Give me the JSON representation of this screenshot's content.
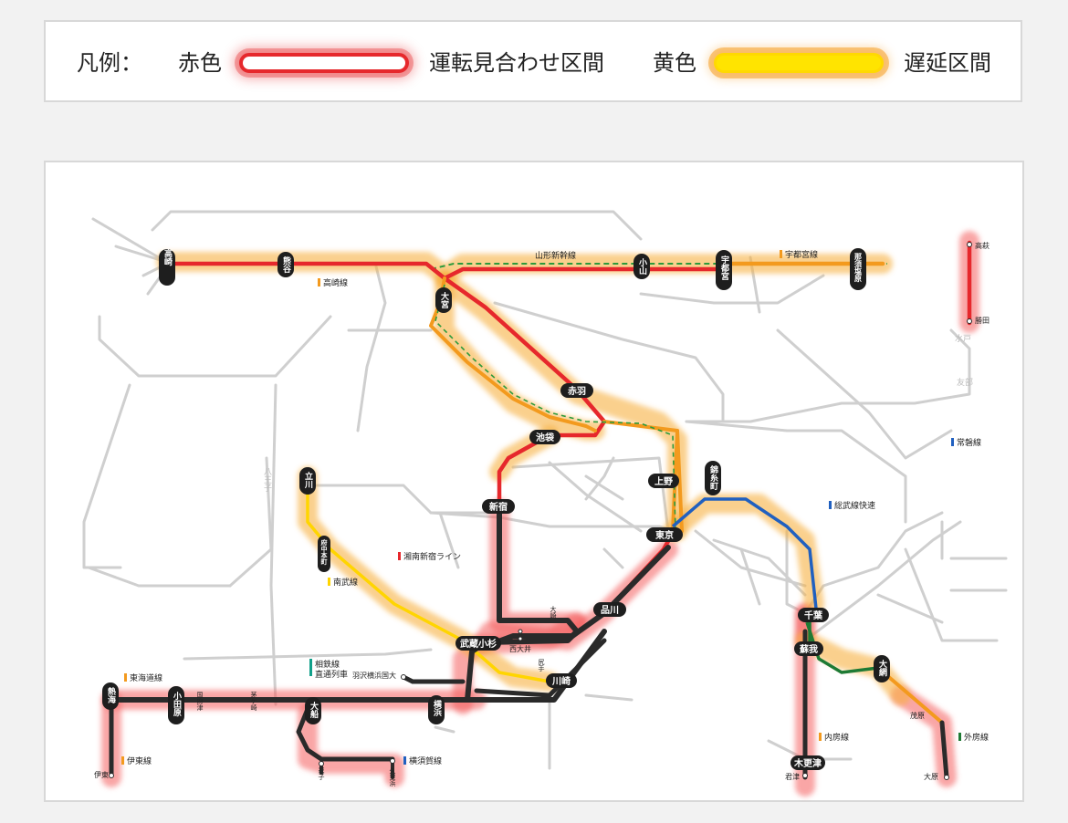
{
  "legend": {
    "prefix": "凡例：",
    "red_label": "赤色",
    "red_desc": "運転見合わせ区間",
    "yellow_label": "黄色",
    "yellow_desc": "遅延区間"
  },
  "colors": {
    "red": "#e6282c",
    "yellow": "#ffd900",
    "halo_red": "#f05050",
    "halo_orange": "#f6b040",
    "dark": "#2a2a2a",
    "gray": "#c8c8c8"
  },
  "stations": {
    "takasaki": "高崎",
    "kumagaya": "熊谷",
    "omiya": "大宮",
    "oyama": "小山",
    "utsunomiya": "宇都宮",
    "nasushiobara": "那須塩原",
    "takahagi": "高萩",
    "katsuta": "勝田",
    "mito": "水戸",
    "tomobe": "友部",
    "akabane": "赤羽",
    "ikebukuro": "池袋",
    "ueno": "上野",
    "kinshicho": "錦糸町",
    "tokyo": "東京",
    "shinjuku": "新宿",
    "tachikawa": "立川",
    "hachioji": "八王子",
    "fuchuhonmachi": "府中本町",
    "shinagawa": "品川",
    "musashikosugi": "武蔵小杉",
    "nishioi": "西大井",
    "kawasaki": "川崎",
    "shiriteuchi": "尻手",
    "osaki": "大崎",
    "yokohama": "横浜",
    "ofuna": "大船",
    "zushi": "逗子",
    "kurihama": "久里浜",
    "atami": "熱海",
    "ito": "伊東",
    "odawara": "小田原",
    "kozu": "国府津",
    "chigasaki": "茅ケ崎",
    "chiba": "千葉",
    "soga": "蘇我",
    "oami": "大網",
    "mobara": "茂原",
    "ohara": "大原",
    "kisarazu": "木更津",
    "kimitsu": "君津",
    "hazawa": "羽沢横浜国大"
  },
  "lines": {
    "yamagata_shinkansen": "山形新幹線",
    "utsunomiya_line": "宇都宮線",
    "takasaki_line": "高崎線",
    "shonan_shinjuku": "湘南新宿ライン",
    "nambu_line": "南武線",
    "sotetsu_1": "相鉄線",
    "sotetsu_2": "直通列車",
    "tokaido_line": "東海道線",
    "ito_line": "伊東線",
    "yokosuka_line": "横須賀線",
    "joban_line": "常磐線",
    "sobu_rapid": "総武線快速",
    "uchibo_line": "内房線",
    "sotobo_line": "外房線"
  }
}
